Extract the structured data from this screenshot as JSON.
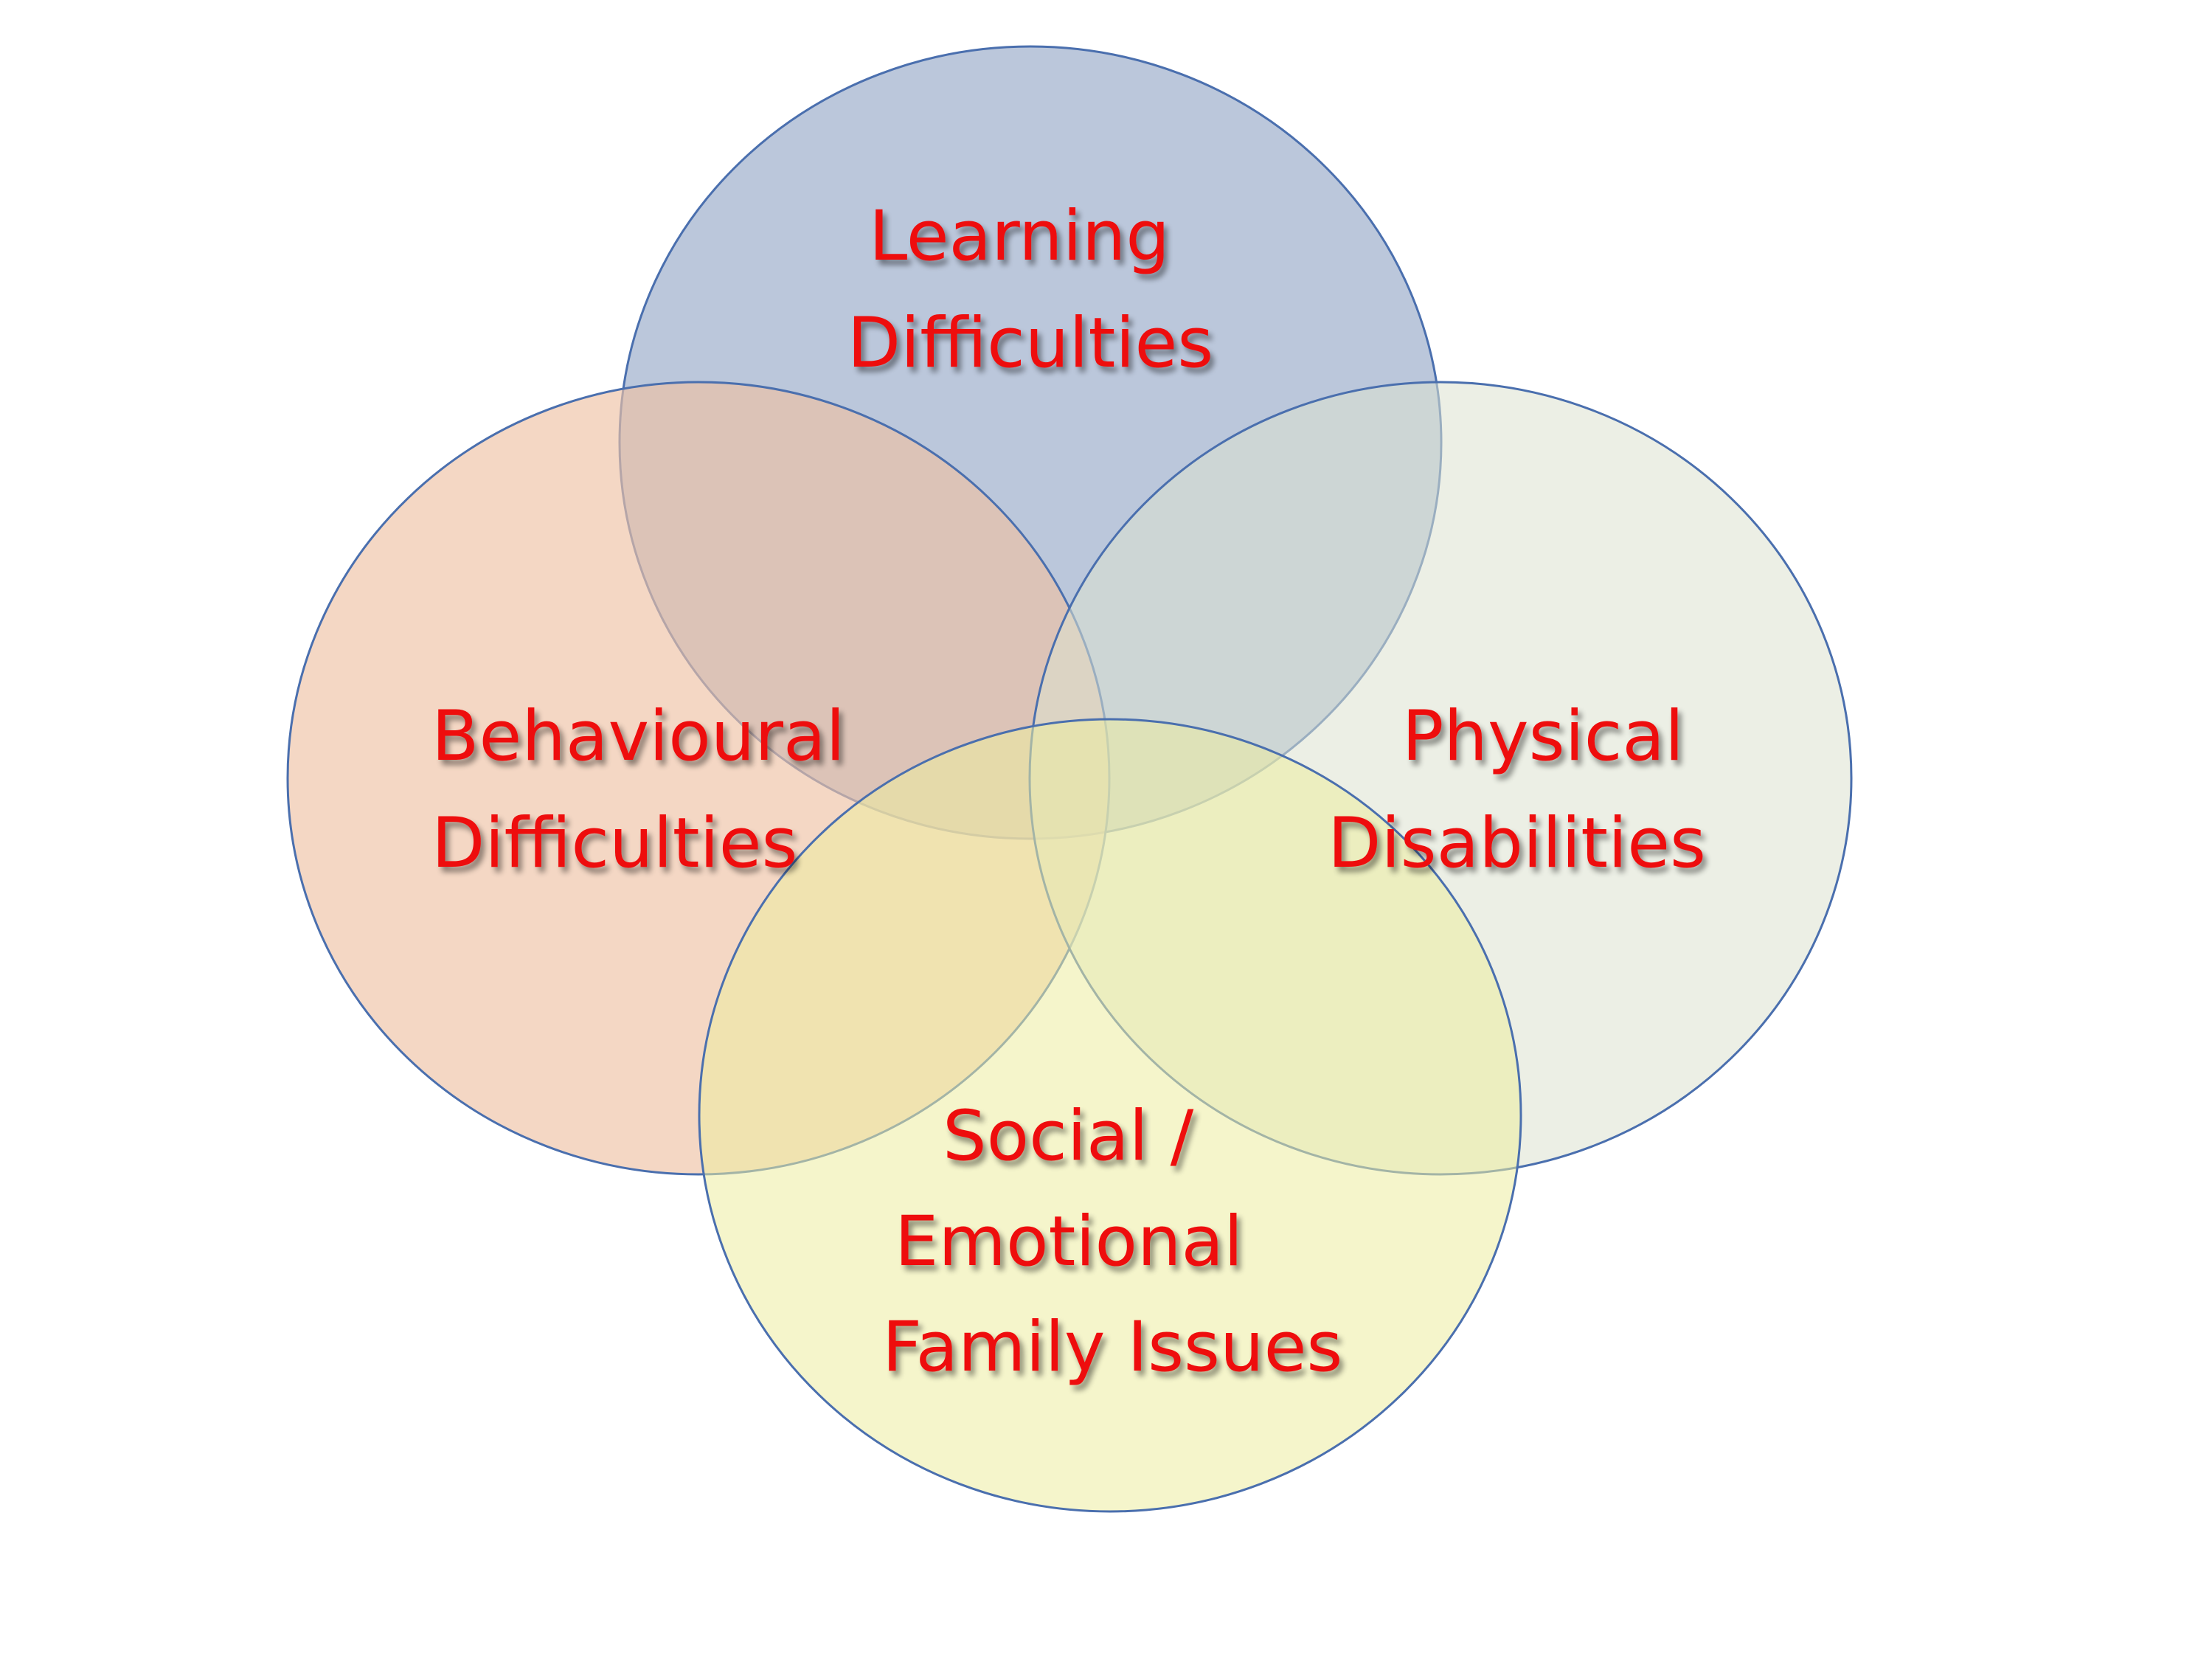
{
  "diagram": {
    "type": "venn",
    "sets": [
      {
        "id": "learning",
        "label_lines": [
          "Learning",
          "Difficulties"
        ],
        "fill": "#b7c4d9",
        "stroke": "#4a6fae"
      },
      {
        "id": "behavioural",
        "label_lines": [
          "Behavioural",
          "Difficulties"
        ],
        "fill": "#eec2a4",
        "stroke": "#4a6fae"
      },
      {
        "id": "physical",
        "label_lines": [
          "Physical",
          "Disabilities"
        ],
        "fill": "#dde2cf",
        "stroke": "#4a6fae"
      },
      {
        "id": "social",
        "label_lines": [
          "Social /",
          "Emotional",
          "Family Issues"
        ],
        "fill": "#eceda0",
        "stroke": "#4a6fae"
      }
    ],
    "colors": {
      "label_text": "#ee0e0e",
      "label_shadow": "#777777",
      "background": "#ffffff"
    }
  }
}
